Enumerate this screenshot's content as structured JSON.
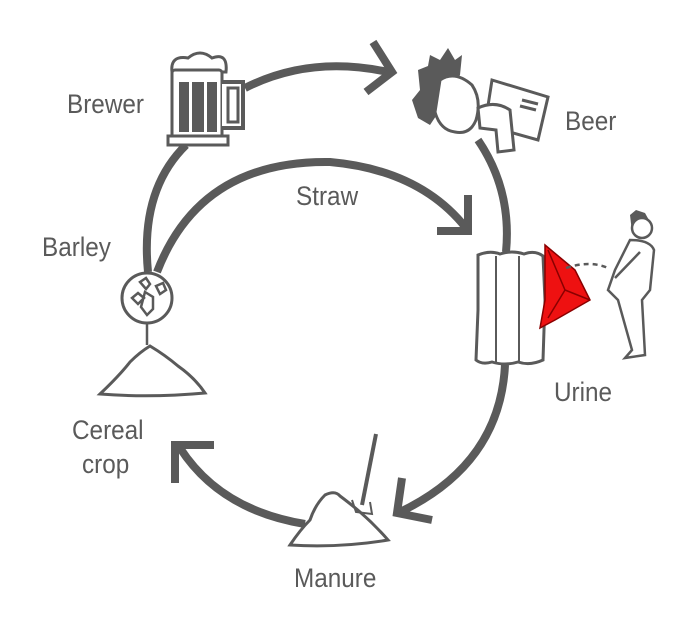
{
  "colors": {
    "stroke": "#5a5a5a",
    "urinal": "#ee1111",
    "background": "#ffffff"
  },
  "labels": {
    "brewer": "Brewer",
    "beer": "Beer",
    "straw": "Straw",
    "barley": "Barley",
    "urine": "Urine",
    "cereal_crop_line1": "Cereal",
    "cereal_crop_line2": "crop",
    "manure": "Manure"
  },
  "icons": [
    "beer-mug-icon",
    "drinker-icon",
    "hops-icon",
    "soil-mound-icon",
    "straw-bale-icon",
    "urinal-icon",
    "urinating-man-icon",
    "manure-pitchfork-icon"
  ]
}
